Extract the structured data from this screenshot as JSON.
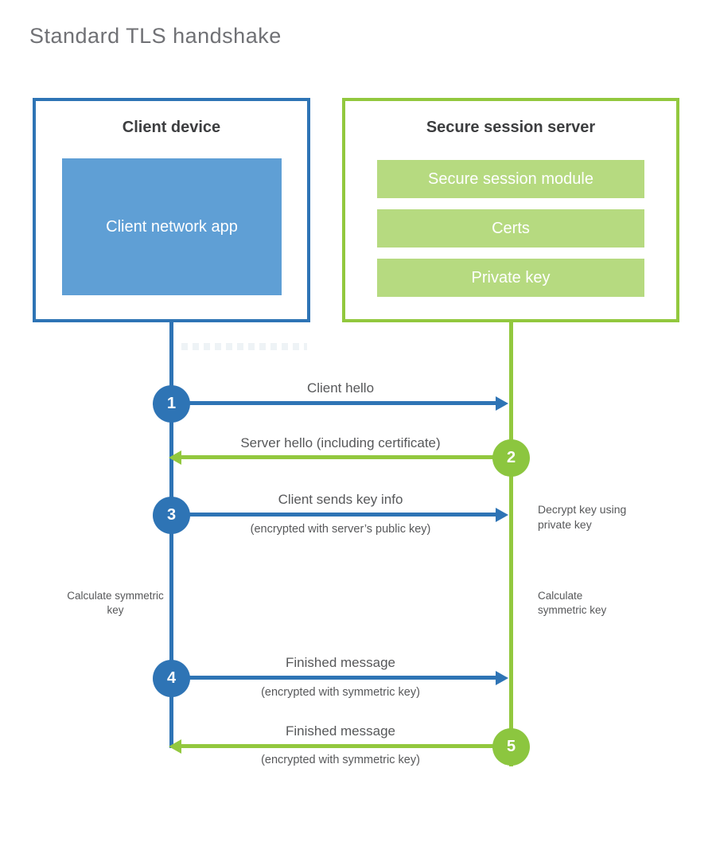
{
  "title": "Standard TLS handshake",
  "client": {
    "title": "Client device",
    "app_label": "Client network app"
  },
  "server": {
    "title": "Secure session server",
    "modules": [
      "Secure session module",
      "Certs",
      "Private key"
    ]
  },
  "messages": [
    {
      "step": "1",
      "label": "Client hello",
      "sub": "",
      "direction": "client-to-server"
    },
    {
      "step": "2",
      "label": "Server hello (including certificate)",
      "sub": "",
      "direction": "server-to-client"
    },
    {
      "step": "3",
      "label": "Client sends key info",
      "sub": "(encrypted with server’s public key)",
      "direction": "client-to-server"
    },
    {
      "step": "4",
      "label": "Finished message",
      "sub": "(encrypted with symmetric key)",
      "direction": "client-to-server"
    },
    {
      "step": "5",
      "label": "Finished message",
      "sub": "(encrypted with symmetric key)",
      "direction": "server-to-client"
    }
  ],
  "notes": {
    "decrypt": "Decrypt key using private key",
    "calculate_left": "Calculate symmetric key",
    "calculate_right": "Calculate symmetric key"
  },
  "colors": {
    "client_blue": "#2e74b5",
    "client_fill": "#5f9fd5",
    "server_green": "#92c83e",
    "server_fill": "#b6da80",
    "step_green": "#8cc63f",
    "text_dark": "#3d3e40",
    "text_gray": "#57585a",
    "title_gray": "#707175"
  }
}
